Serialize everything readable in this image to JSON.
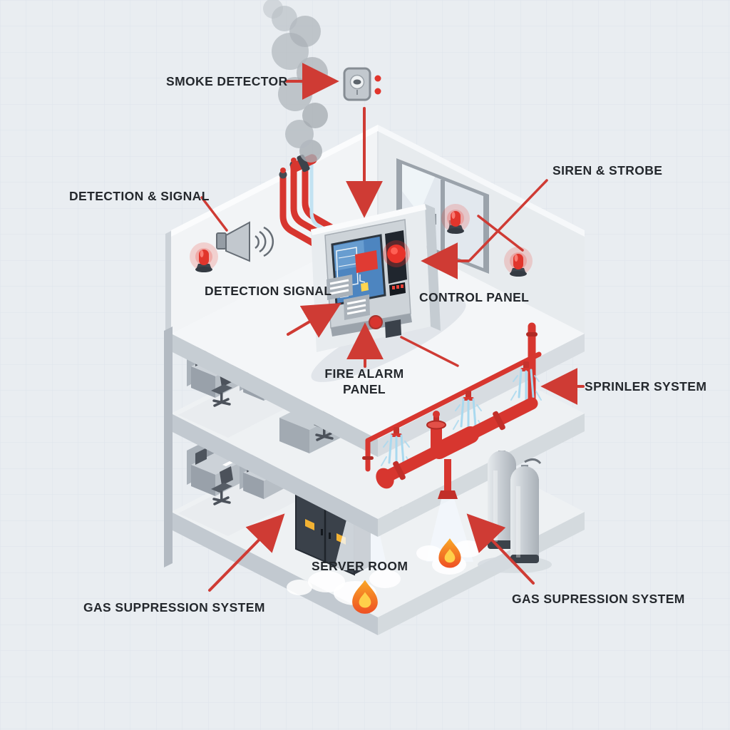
{
  "title": "Fire protection system isometric diagram",
  "labels": {
    "smoke_detector": "SMOKE DETECTOR",
    "detection_and_signal": "DETECTION & SIGNAL",
    "siren_strobe": "SIREN & STROBE",
    "detection_signal": "DETECTION SIGNAL",
    "control_panel": "CONTROL PANEL",
    "fire_alarm_panel_line1": "FIRE ALARM",
    "fire_alarm_panel_line2": "PANEL",
    "sprinkler_system": "SPRINLER SYSTEM",
    "server_room": "SERVER ROOM",
    "gas_suppression_left": "GAS SUPPRESSION SYSTEM",
    "gas_suppression_right": "GAS SUPRESSION SYSTEM"
  },
  "icons": {
    "smoke_detector": "rounded-square-ceiling-sensor",
    "siren_strobe": "red-beacon-light",
    "speaker": "horn-with-sound-waves",
    "sprinkler": "pipe-spray-head",
    "flame": "fire",
    "gas_cylinders": "two-silver-cylinders",
    "server_cabinet": "dark-double-door-rack",
    "control_panel": "screen-with-alarm-button"
  },
  "colors": {
    "accent_red": "#cf3b34",
    "pipe_red": "#d7362f",
    "alarm_red": "#e1352c",
    "water_blue": "#a9d9ef",
    "screen_blue": "#4d85c0",
    "flame_orange": "#f58c1e",
    "flame_yellow": "#ffd04a",
    "label_dark": "#24282d",
    "background": "#e9edf1",
    "grid": "#dde3ea",
    "surface_white": "#f4f6f8",
    "slab_edge": "#c6cdd3",
    "metal_gray": "#c2c8ce",
    "dark_gray": "#3a414a",
    "yellow_badge": "#f2b233"
  }
}
